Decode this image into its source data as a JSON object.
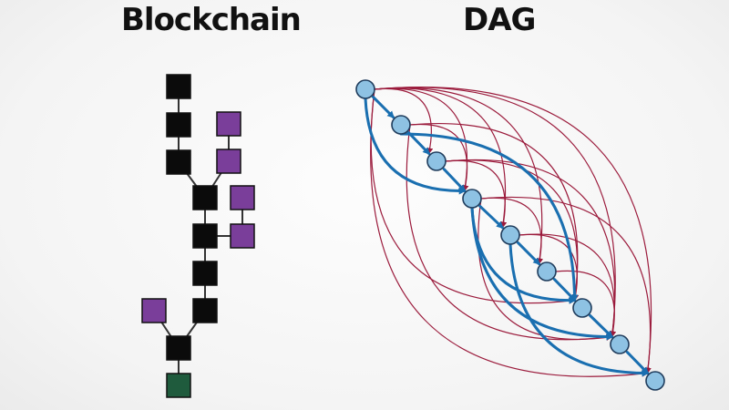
{
  "titles": {
    "blockchain": "Blockchain",
    "dag": "DAG"
  },
  "colors": {
    "block_main": "#0b0b0b",
    "block_orphan": "#7a3e9a",
    "block_genesis": "#1f5b3d",
    "node_fill": "#8ec2e3",
    "node_stroke": "#1f3c5c",
    "edge_main": "#1a6fb0",
    "edge_ref": "#9b1b3c",
    "connector": "#333333"
  },
  "diagram": {
    "blockchain": {
      "main_chain_blocks": 8,
      "orphan_blocks": 5,
      "genesis_blocks": 1
    },
    "dag": {
      "nodes": 9,
      "main_edges": 13,
      "reference_edges": 20
    }
  }
}
